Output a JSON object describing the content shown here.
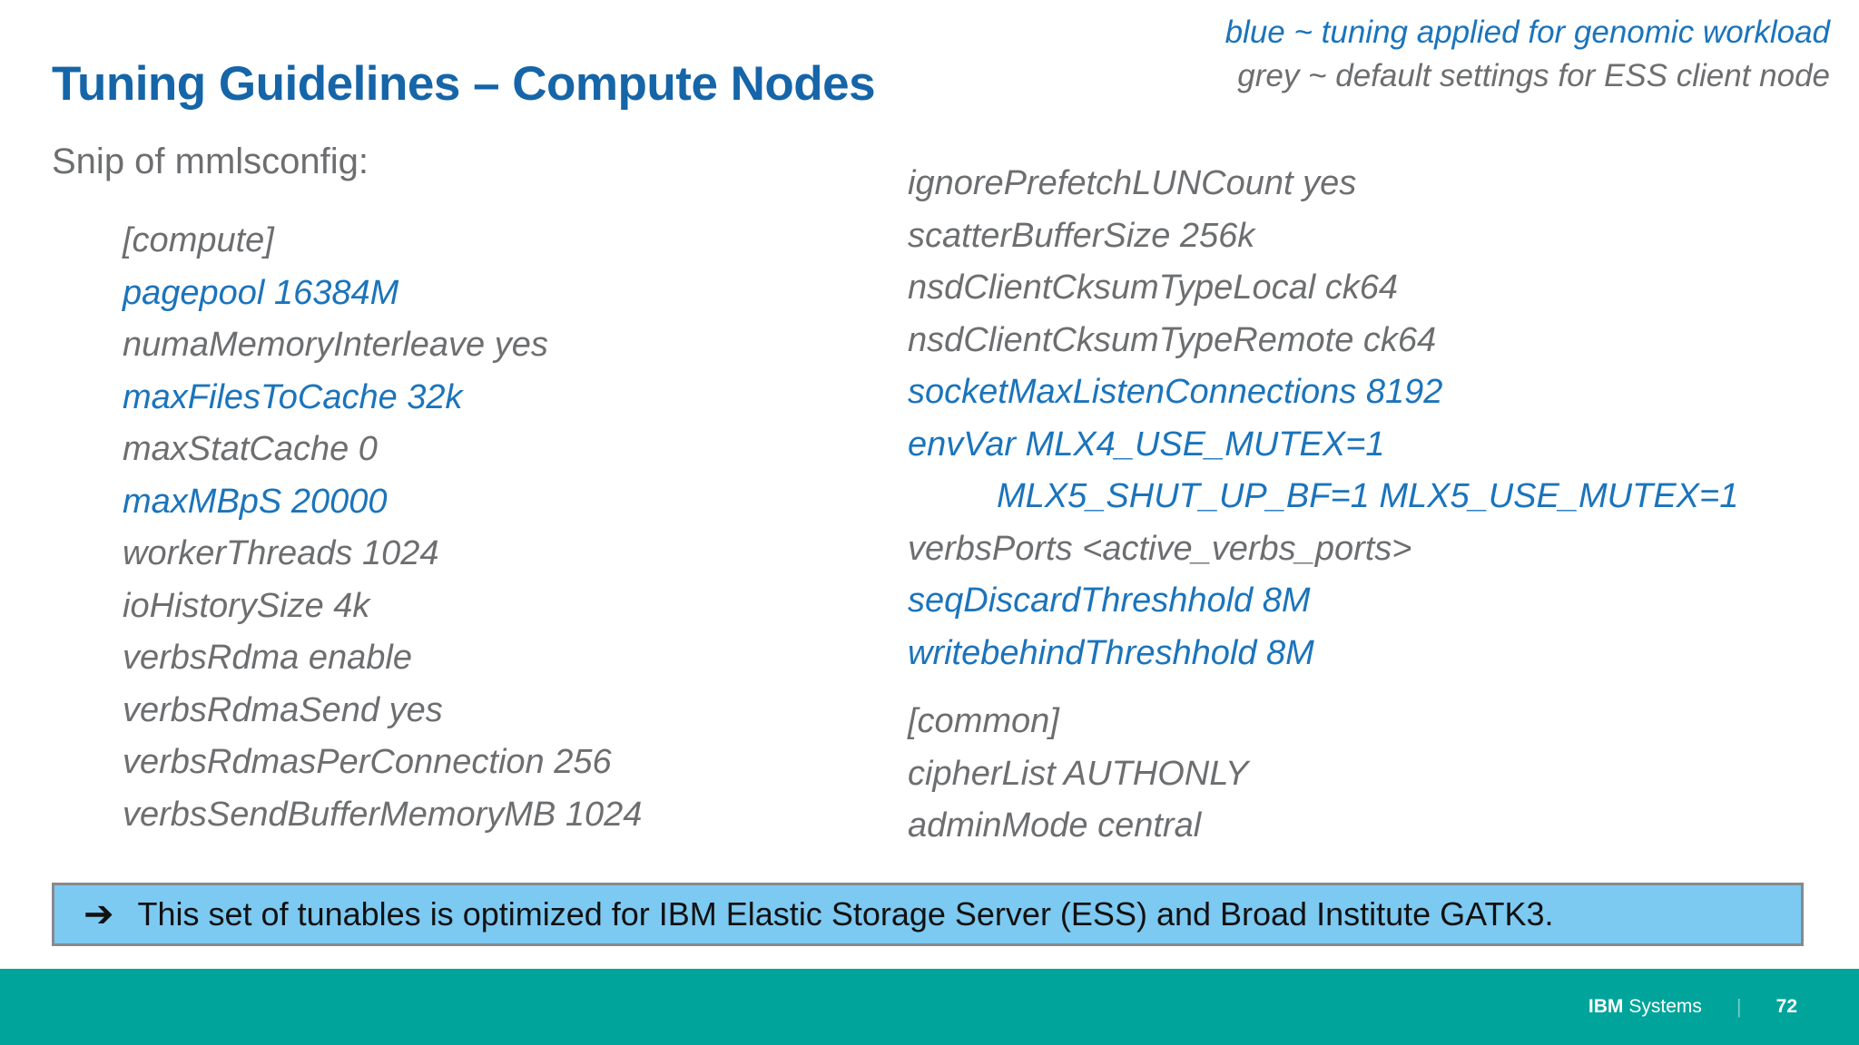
{
  "slide": {
    "title": "Tuning Guidelines – Compute Nodes",
    "legend": {
      "blue_line": "blue ~ tuning applied for genomic workload",
      "grey_line": "grey ~ default settings for ESS client node"
    },
    "section_label": "Snip of mmlsconfig:",
    "config_left": [
      {
        "text": "[compute]",
        "color": "grey"
      },
      {
        "text": "pagepool 16384M",
        "color": "blue"
      },
      {
        "text": "numaMemoryInterleave yes",
        "color": "grey"
      },
      {
        "text": "maxFilesToCache 32k",
        "color": "blue"
      },
      {
        "text": "maxStatCache 0",
        "color": "grey"
      },
      {
        "text": "maxMBpS 20000",
        "color": "blue"
      },
      {
        "text": "workerThreads 1024",
        "color": "grey"
      },
      {
        "text": "ioHistorySize 4k",
        "color": "grey"
      },
      {
        "text": "verbsRdma enable",
        "color": "grey"
      },
      {
        "text": "verbsRdmaSend yes",
        "color": "grey"
      },
      {
        "text": "verbsRdmasPerConnection 256",
        "color": "grey"
      },
      {
        "text": "verbsSendBufferMemoryMB 1024",
        "color": "grey"
      }
    ],
    "config_right": [
      {
        "text": "ignorePrefetchLUNCount yes",
        "color": "grey"
      },
      {
        "text": "scatterBufferSize 256k",
        "color": "grey"
      },
      {
        "text": "nsdClientCksumTypeLocal ck64",
        "color": "grey"
      },
      {
        "text": "nsdClientCksumTypeRemote ck64",
        "color": "grey"
      },
      {
        "text": "socketMaxListenConnections 8192",
        "color": "blue"
      },
      {
        "text": "envVar MLX4_USE_MUTEX=1",
        "color": "blue"
      },
      {
        "text": "MLX5_SHUT_UP_BF=1 MLX5_USE_MUTEX=1",
        "color": "blue",
        "indent": true
      },
      {
        "text": "verbsPorts <active_verbs_ports>",
        "color": "grey"
      },
      {
        "text": "seqDiscardThreshhold 8M",
        "color": "blue"
      },
      {
        "text": "writebehindThreshhold 8M",
        "color": "blue"
      },
      {
        "text": "[common]",
        "color": "grey",
        "gap_before": true
      },
      {
        "text": "cipherList AUTHONLY",
        "color": "grey"
      },
      {
        "text": "adminMode central",
        "color": "grey"
      }
    ],
    "callout": {
      "arrow": "➔",
      "text": "This set of tunables is optimized for IBM Elastic Storage Server (ESS) and Broad Institute GATK3."
    },
    "footer": {
      "brand_bold": "IBM",
      "brand_rest": "Systems",
      "divider": "|",
      "page_number": "72"
    },
    "colors": {
      "title_blue": "#1565A8",
      "tuned_blue": "#1B74BB",
      "default_grey": "#6D6E70",
      "callout_bg": "#7CC9F2",
      "callout_border": "#87898C",
      "footer_teal": "#00A49A",
      "callout_text": "#111111"
    }
  }
}
